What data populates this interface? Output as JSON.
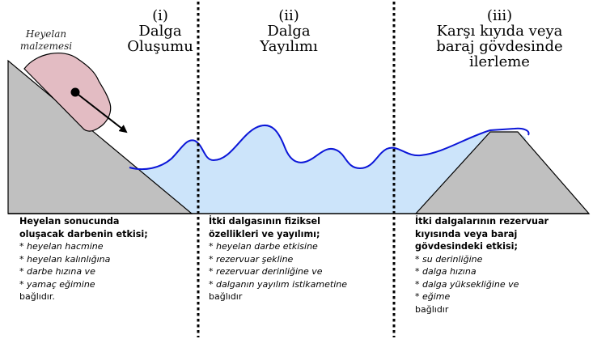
{
  "landslide_label": [
    "Heyelan",
    "malzemesi"
  ],
  "stages": [
    {
      "number": "(i)",
      "lines": [
        "Dalga",
        "Oluşumu"
      ]
    },
    {
      "number": "(ii)",
      "lines": [
        "Dalga",
        "Yayılımı"
      ]
    },
    {
      "number": "(iii)",
      "lines": [
        "Karşı kıyıda veya",
        "baraj gövdesinde",
        "ilerleme"
      ]
    }
  ],
  "panels": [
    {
      "heading": [
        "Heyelan sonucunda",
        "oluşacak darbenin etkisi;"
      ],
      "items": [
        "* heyelan hacmine",
        "* heyelan kalınlığına",
        "* darbe hızına ve",
        "* yamaç eğimine"
      ],
      "footer": "bağlıdır."
    },
    {
      "heading": [
        "İtki dalgasının fiziksel",
        "özellikleri ve yayılımı;"
      ],
      "items": [
        "* heyelan darbe etkisine",
        "* rezervuar şekline",
        "* rezervuar derinliğine ve",
        "* dalganın yayılım istikametine"
      ],
      "footer": "bağlıdır"
    },
    {
      "heading": [
        "İtki dalgalarının rezervuar",
        "kıyısında veya baraj",
        "gövdesindeki etkisi;"
      ],
      "items": [
        "* su derinliğine",
        "* dalga hızına",
        "* dalga yüksekliğine ve",
        "* eğime"
      ],
      "footer": "bağlıdır"
    }
  ],
  "colors": {
    "water": "#cce4fa",
    "wave_line": "#0b16d8",
    "slope": "#c0c0c0",
    "landslide": "#e3bcc3",
    "divider": "#000000"
  }
}
